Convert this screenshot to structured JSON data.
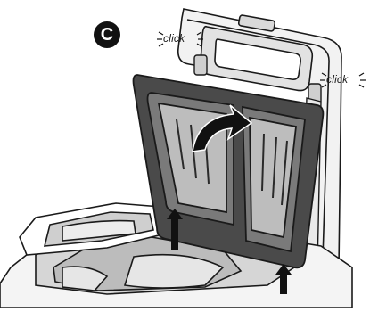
{
  "step": {
    "letter": "C"
  },
  "annotations": {
    "click_left": "click",
    "click_right": "click"
  },
  "colors": {
    "outline": "#1a1a1a",
    "plate_dark": "#4a4a4a",
    "plate_mid": "#7a7a7a",
    "plate_light": "#bdbdbd",
    "body_light": "#f2f2f2",
    "arrow_fill": "#111111"
  },
  "icons": [
    "curved-arrow-icon",
    "up-arrow-icon",
    "click-burst-icon"
  ]
}
